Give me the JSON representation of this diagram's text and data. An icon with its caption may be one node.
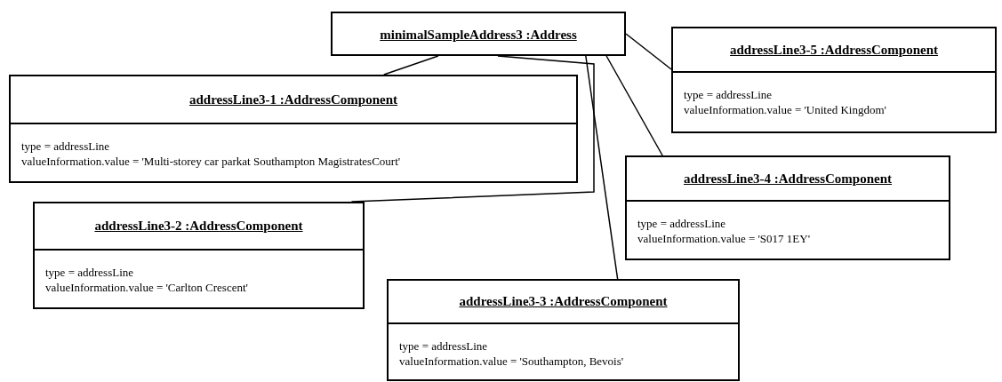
{
  "diagram": {
    "nodes": [
      {
        "text": [
          "minimalSampleAddress3 :Address"
        ]
      },
      {
        "text": [
          "addressLine3-1 :AddressComponent",
          "type = addressLine",
          "valueInformation.value = 'Multi-storey car parkat Southampton MagistratesCourt'"
        ]
      },
      {
        "text": [
          "addressLine3-2 :AddressComponent",
          "type = addressLine",
          "valueInformation.value = 'Carlton Crescent'"
        ]
      },
      {
        "text": [
          "addressLine3-3 :AddressComponent",
          "type = addressLine",
          "valueInformation.value = 'Southampton, Bevois'"
        ]
      },
      {
        "text": [
          "addressLine3-4 :AddressComponent",
          "type = addressLine",
          "valueInformation.value = 'S017 1EY'"
        ]
      },
      {
        "text": [
          "addressLine3-5 :AddressComponent",
          "type = addressLine",
          "valueInformation.value = 'United Kingdom'"
        ]
      }
    ],
    "edges": [
      {
        "from": 0,
        "to": 1,
        "arrow": "none"
      },
      {
        "from": 0,
        "to": 2,
        "arrow": "none"
      },
      {
        "from": 0,
        "to": 3,
        "arrow": "none"
      },
      {
        "from": 0,
        "to": 4,
        "arrow": "none"
      },
      {
        "from": 0,
        "to": 5,
        "arrow": "none"
      }
    ]
  }
}
